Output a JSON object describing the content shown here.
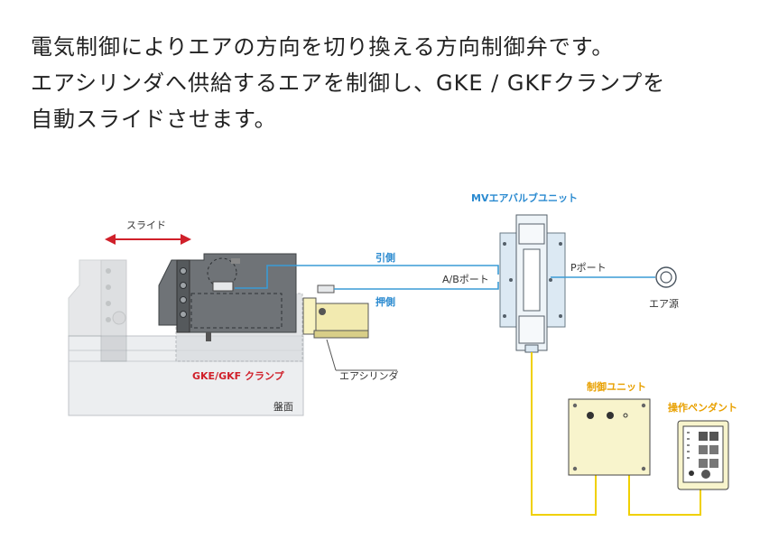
{
  "intro": {
    "line1": "電気制御によりエアの方向を切り換える方向制御弁です。",
    "line2": "エアシリンダへ供給するエアを制御し、GKE / GKFクランプを",
    "line3": "自動スライドさせます。"
  },
  "labels": {
    "slide": "スライド",
    "clamp": "GKE/GKF クランプ",
    "table_surface": "盤面",
    "air_cylinder": "エアシリンダ",
    "pull_side": "引側",
    "push_side": "押側",
    "ab_port": "A/Bポート",
    "mv_unit": "MVエアバルブユニット",
    "p_port": "Pポート",
    "air_source": "エア源",
    "control_unit": "制御ユニット",
    "pendant": "操作ペンダント"
  },
  "colors": {
    "air_line": "#3a9bd5",
    "signal_line": "#f0d000",
    "clamp_label": "#d0202a",
    "unit_label": "#e8a000",
    "mv_label": "#2a8ad0",
    "cylinder_body": "#f2eab0",
    "control_body": "#f8f4cc",
    "valve_body": "#dce9f3"
  }
}
